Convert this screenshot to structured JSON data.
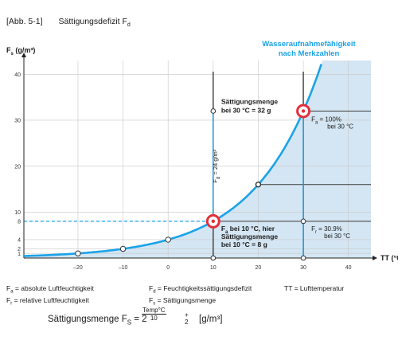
{
  "header": {
    "figure_ref": "[Abb. 5-1]",
    "title": "Sättigungsdefizit F",
    "title_sub": "d"
  },
  "chart_data": {
    "type": "line",
    "x_axis_label": "TT (°C)",
    "y_axis_label": "F",
    "y_axis_label_sub": "s",
    "y_axis_label_unit": "(g/m³)",
    "x_ticks": [
      -20,
      -10,
      0,
      10,
      20,
      30,
      40
    ],
    "y_ticks": [
      1,
      2,
      4,
      8,
      10,
      20,
      30,
      40
    ],
    "xlim": [
      -32,
      45
    ],
    "ylim": [
      0,
      43
    ],
    "curve_title_line1": "Wasseraufnahmefähigkeit",
    "curve_title_line2": "nach Merkzahlen",
    "series": [
      {
        "points": [
          [
            -20,
            1
          ],
          [
            -10,
            2
          ],
          [
            0,
            4
          ],
          [
            10,
            8
          ],
          [
            20,
            16
          ],
          [
            30,
            32
          ]
        ]
      }
    ],
    "annotations": {
      "sat30_line1": "Sättigungsmenge",
      "sat30_line2": "bei 30 °C = 32 g",
      "fd_label": "F",
      "fd_sub": "d",
      "fd_value": " = 24 g/m³",
      "fa_label": "F",
      "fa_sub": "a",
      "fa_value": " = 100%",
      "fa_line2": "bei 30 °C",
      "fa10_label": "F",
      "fa10_sub": "a",
      "fa10_value": " bei 10 °C, hier",
      "sat10_line1": "Sättigungsmenge",
      "sat10_line2": "bei 10 °C = 8 g",
      "fr_label": "F",
      "fr_sub": "r",
      "fr_value": " = 30.9%",
      "fr_line2": "bei 30 °C"
    }
  },
  "legend": {
    "fa_symbol": "F",
    "fa_sub": "a",
    "fa_text": " = absolute Luftfeuchtigkeit",
    "fr_symbol": "F",
    "fr_sub": "r",
    "fr_text": "  = relative Luftfeuchtigkeit",
    "fd_symbol": "F",
    "fd_sub": "d",
    "fd_text": " = Feuchtigkeitssättigungsdefizit",
    "fs_symbol": "F",
    "fs_sub": "s",
    "fs_text": " = Sättigungsmenge",
    "tt_text": "TT = Lufttemperatur"
  },
  "formula": {
    "label": "Sättigungsmenge  F",
    "label_sub": "S",
    "equals": " = 2",
    "exp_num": "Temp°C",
    "exp_den": "10",
    "exp_plus": "+ 2",
    "unit": "[g/m³]"
  },
  "colors": {
    "shading": "#d4e6f3",
    "curve": "#1aa3e8",
    "title": "#1aa3e8",
    "highlight_ring": "#e3303b",
    "grid": "#c8c8c8",
    "dark_line": "#3b3b3b"
  }
}
